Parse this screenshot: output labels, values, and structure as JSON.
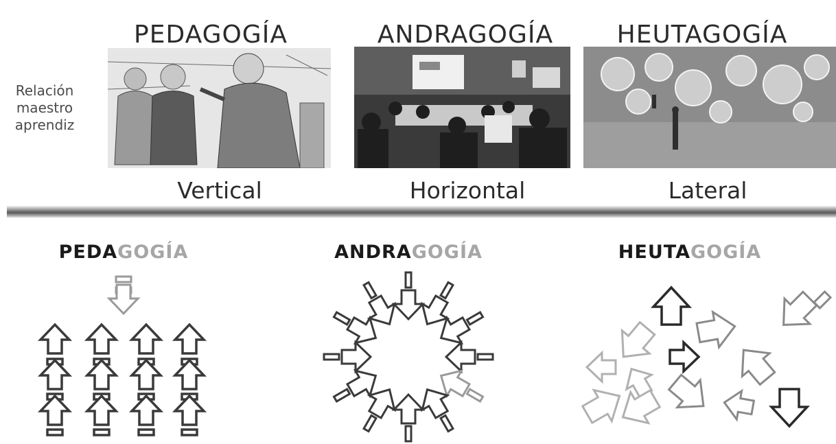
{
  "top": {
    "side_label_lines": [
      "Relación",
      "maestro",
      "aprendiz"
    ],
    "columns": [
      {
        "title": "PEDAGOGÍA",
        "relation": "Vertical",
        "image": "teacher-student-sketch"
      },
      {
        "title": "ANDRAGOGÍA",
        "relation": "Horizontal",
        "image": "classroom-presentation-photo"
      },
      {
        "title": "HEUTAGOGÍA",
        "relation": "Lateral",
        "image": "bubbles-landscape-photo"
      }
    ]
  },
  "bottom": {
    "titles": [
      {
        "bold": "PEDA",
        "light": "GOGÍA"
      },
      {
        "bold": "ANDRA",
        "light": "GOGÍA"
      },
      {
        "bold": "HEUTA",
        "light": "GOGÍA"
      }
    ]
  },
  "colors": {
    "arrow_dark": "#3a3a3a",
    "arrow_light": "#a0a0a0",
    "divider": "#6e6e6e"
  }
}
